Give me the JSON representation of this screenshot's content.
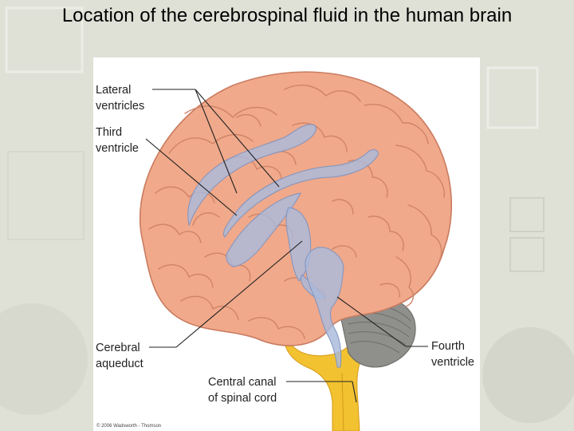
{
  "slide": {
    "title": "Location of the cerebrospinal fluid in the human brain"
  },
  "figure": {
    "labels": {
      "lateral_ventricles": "Lateral\nventricles",
      "third_ventricle": "Third\nventricle",
      "cerebral_aqueduct": "Cerebral\naqueduct",
      "central_canal": "Central canal\nof spinal cord",
      "fourth_ventricle": "Fourth\nventricle"
    },
    "copyright": "© 2006 Wadsworth - Thomson"
  },
  "colors": {
    "background": "#dfe0d6",
    "brain": "#f0a98a",
    "ventricles": "#a9b9dc",
    "cerebellum": "#8f8f8c",
    "spinal_cord": "#f2c230"
  }
}
